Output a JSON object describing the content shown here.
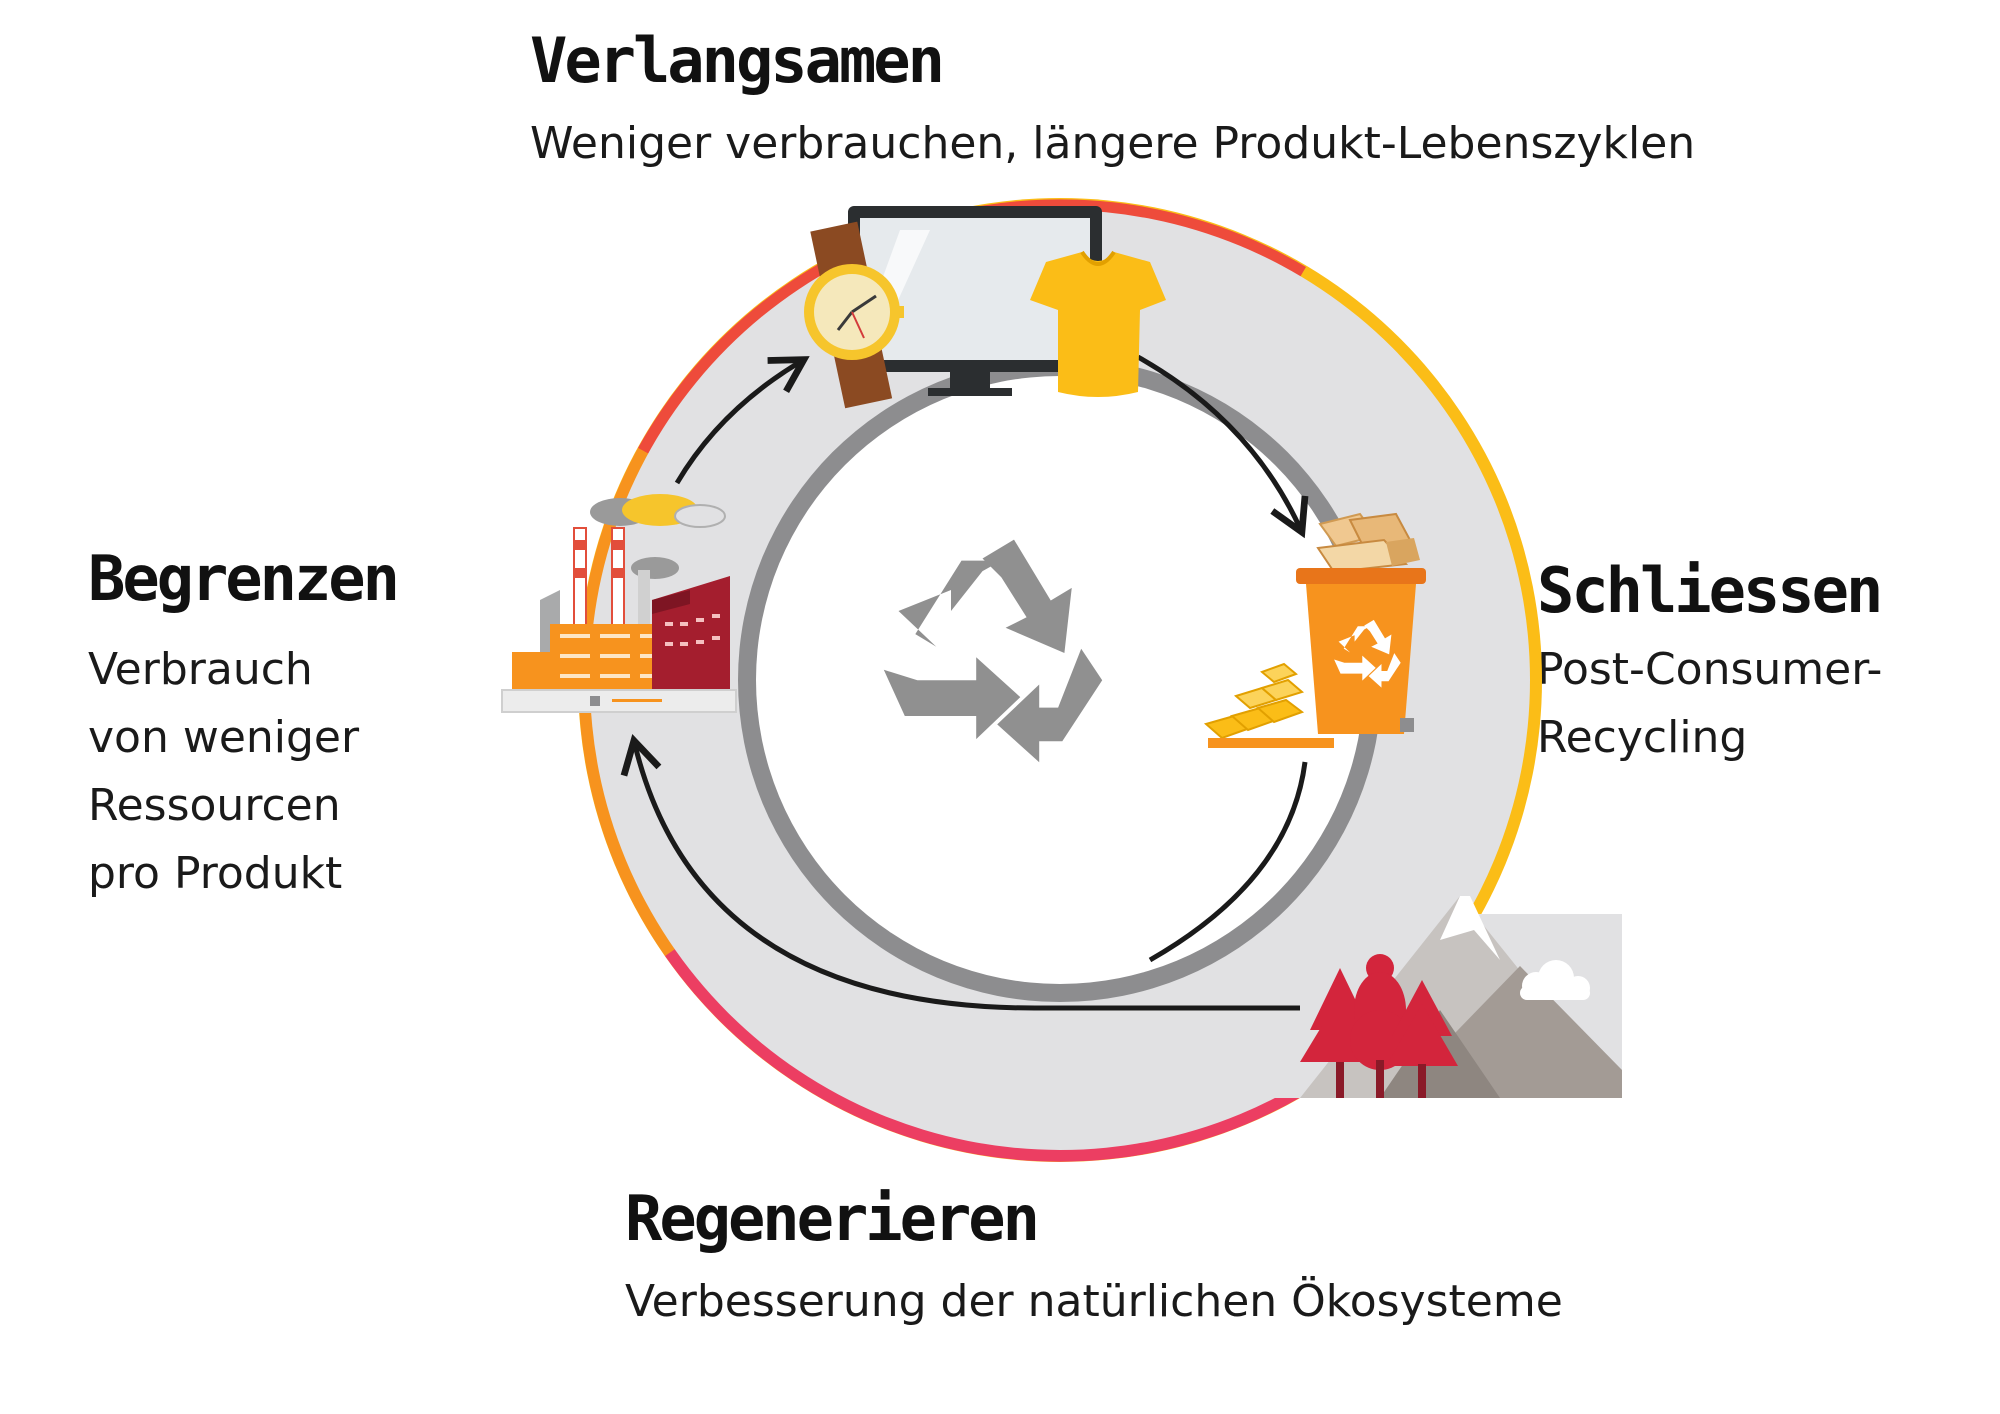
{
  "sections": {
    "slow": {
      "title": "Verlangsamen",
      "desc": "Weniger verbrauchen, längere Produkt-Lebenszyklen"
    },
    "narrow": {
      "title": "Begrenzen",
      "desc_lines": [
        "Verbrauch",
        "von weniger",
        "Ressourcen",
        "pro Produkt"
      ]
    },
    "close": {
      "title": "Schliessen",
      "desc_lines": [
        "Post-Consumer-",
        "Recycling"
      ]
    },
    "regenerate": {
      "title": "Regenerieren",
      "desc": "Verbesserung der natürlichen Ökosysteme"
    }
  },
  "icons": [
    "recycle-icon",
    "factory-icon",
    "watch-icon",
    "monitor-icon",
    "tshirt-icon",
    "recycling-bin-icon",
    "gold-bars-icon",
    "boxes-icon",
    "trees-icon",
    "mountain-icon",
    "cloud-icon",
    "arrow-icon"
  ],
  "colors": {
    "ring_red": "#ee4b3b",
    "ring_yellow": "#fbbd17",
    "ring_orange": "#f7931e",
    "ring_pink": "#ec3e62",
    "track_gray": "#e1e1e3",
    "inner_ring": "#8d8d8f",
    "recycle_symbol": "#909090",
    "arrow": "#1a1a1a"
  }
}
